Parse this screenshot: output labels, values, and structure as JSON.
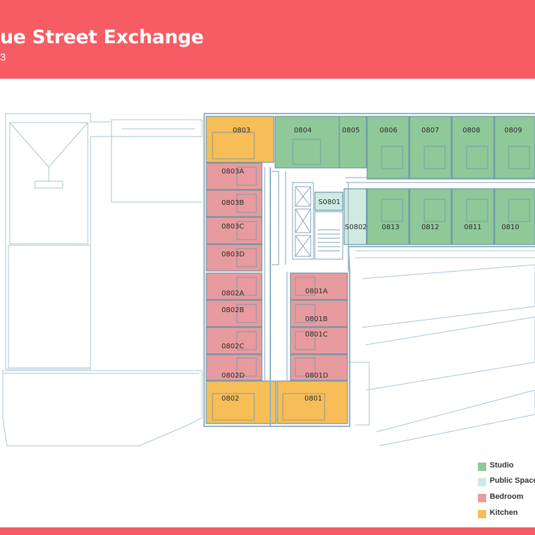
{
  "header": {
    "title": "ue Street Exchange",
    "subtitle": "3"
  },
  "colors": {
    "studio": "#8fc99a",
    "public_space": "#cfeae1",
    "bedroom": "#e79b9e",
    "kitchen": "#f7bd56",
    "header_bg": "#f75b63",
    "walls": "#8fb4c7"
  },
  "rooms": {
    "r0803": "0803",
    "r0804": "0804",
    "r0805": "0805",
    "r0806": "0806",
    "r0807": "0807",
    "r0808": "0808",
    "r0809": "0809",
    "r0803A": "0803A",
    "r0803B": "0803B",
    "r0803C": "0803C",
    "r0803D": "0803D",
    "r0802A": "0802A",
    "r0802B": "0802B",
    "r0802C": "0802C",
    "r0802D": "0802D",
    "r0801A": "0801A",
    "r0801B": "0801B",
    "r0801C": "0801C",
    "r0801D": "0801D",
    "rS0801": "S0801",
    "rS0802": "S0802",
    "r0813": "0813",
    "r0812": "0812",
    "r0811": "0811",
    "r0810": "0810",
    "r0802": "0802",
    "r0801": "0801"
  },
  "legend": [
    {
      "label": "Studio",
      "color": "#8fc99a"
    },
    {
      "label": "Public Space",
      "color": "#cfeae1"
    },
    {
      "label": "Bedroom",
      "color": "#e79b9e"
    },
    {
      "label": "Kitchen",
      "color": "#f7bd56"
    }
  ]
}
